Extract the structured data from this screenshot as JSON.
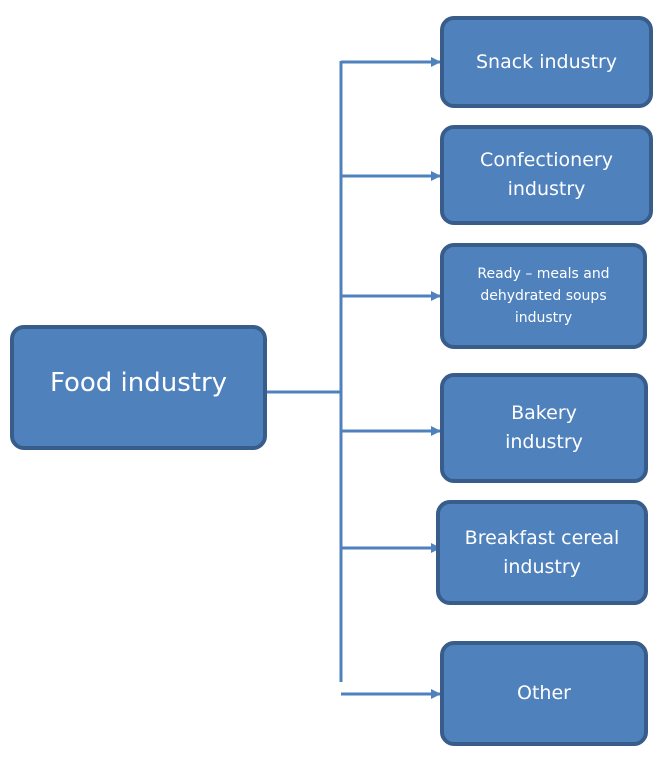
{
  "diagram": {
    "colors": {
      "box_fill": "#4f81bd",
      "box_border": "#385d8a",
      "connector": "#4f81bd",
      "text": "#ffffff"
    },
    "root": {
      "label": "Food industry"
    },
    "children": [
      {
        "label": "Snack industry"
      },
      {
        "label": "Confectionery industry"
      },
      {
        "label": "Ready – meals and dehydrated soups industry"
      },
      {
        "label": "Bakery industry"
      },
      {
        "label": "Breakfast cereal industry"
      },
      {
        "label": "Other"
      }
    ]
  }
}
